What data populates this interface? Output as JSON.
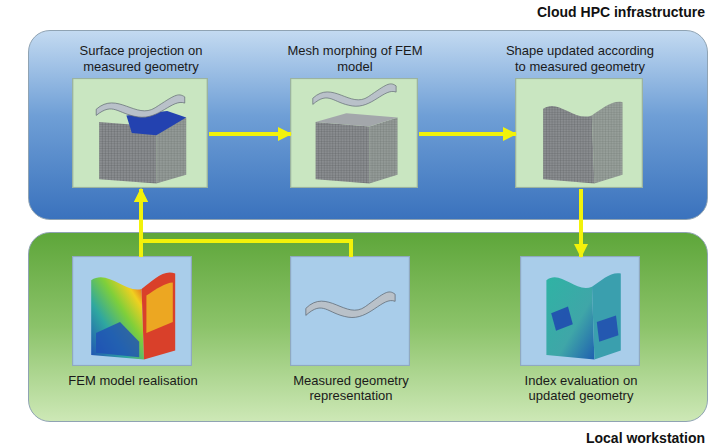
{
  "diagram": {
    "nodes": [
      {
        "text": [
          "Cloud HPC infrastructure"
        ]
      },
      {
        "text": [
          "Surface projection on measured geometry"
        ],
        "in": 0
      },
      {
        "text": [
          "Mesh morphing of FEM model"
        ],
        "in": 0
      },
      {
        "text": [
          "Shape updated according to measured geometry"
        ],
        "in": 0
      },
      {
        "text": [
          "Local workstation"
        ]
      },
      {
        "text": [
          "FEM model realisation"
        ],
        "in": 4
      },
      {
        "text": [
          "Measured geometry representation"
        ],
        "in": 4
      },
      {
        "text": [
          "Index evaluation on updated geometry"
        ],
        "in": 4
      }
    ],
    "edges": [
      {
        "from": 5,
        "to": 1,
        "arrow": "to"
      },
      {
        "from": 6,
        "to": 1,
        "arrow": "to"
      },
      {
        "from": 1,
        "to": 2,
        "arrow": "to"
      },
      {
        "from": 2,
        "to": 3,
        "arrow": "to"
      },
      {
        "from": 3,
        "to": 7,
        "arrow": "to"
      }
    ]
  }
}
